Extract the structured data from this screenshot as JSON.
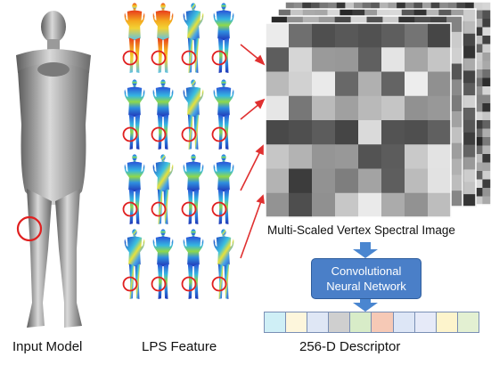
{
  "captions": {
    "input_model": "Input Model",
    "lps_feature": "LPS Feature",
    "spectral_image": "Multi-Scaled Vertex Spectral Image",
    "cnn_line1": "Convolutional",
    "cnn_line2": "Neural Network",
    "descriptor": "256-D Descriptor"
  },
  "colors": {
    "highlight_circle": "#e02020",
    "arrow": "#e03030",
    "flow_arrow": "#4a86d0",
    "cnn_box": "#4a7fc8"
  },
  "descriptor_cells": [
    "#cfeff6",
    "#fdf6dc",
    "#dfe7f5",
    "#cfcfcf",
    "#d8ecc8",
    "#f6c9b6",
    "#dde6f6",
    "#e6eaf8",
    "#fdf4cc",
    "#e3f0d2"
  ]
}
